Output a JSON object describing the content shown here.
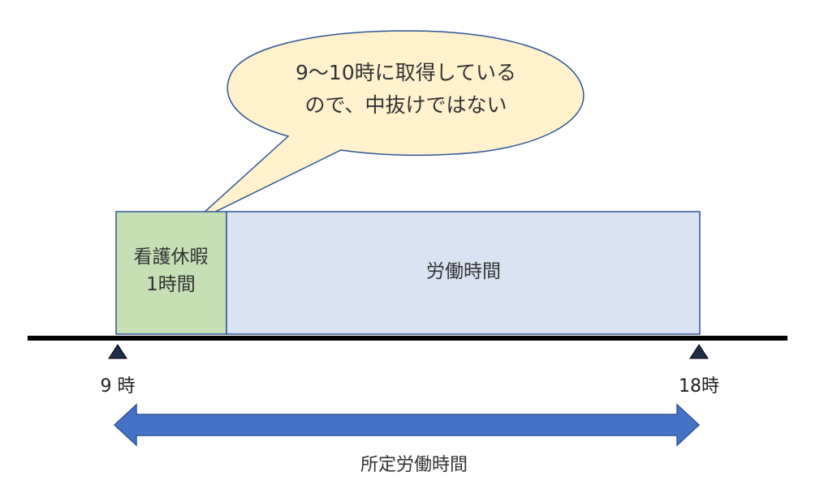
{
  "callout": {
    "line1": "9〜10時に取得している",
    "line2": "ので、中抜けではない"
  },
  "blocks": {
    "nursing_leave": {
      "line1": "看護休暇",
      "line2": "1時間",
      "fill": "#c5e0b4",
      "border": "#2f5597"
    },
    "work_time": {
      "label": "労働時間",
      "fill": "#dae3f3",
      "border": "#2f5597"
    }
  },
  "timeline": {
    "start_label": "9 時",
    "end_label": "18時"
  },
  "span": {
    "label": "所定労働時間",
    "color": "#4472c4"
  },
  "colors": {
    "callout_fill": "#fff2cc",
    "callout_border": "#2f5597",
    "axis": "#000000"
  }
}
